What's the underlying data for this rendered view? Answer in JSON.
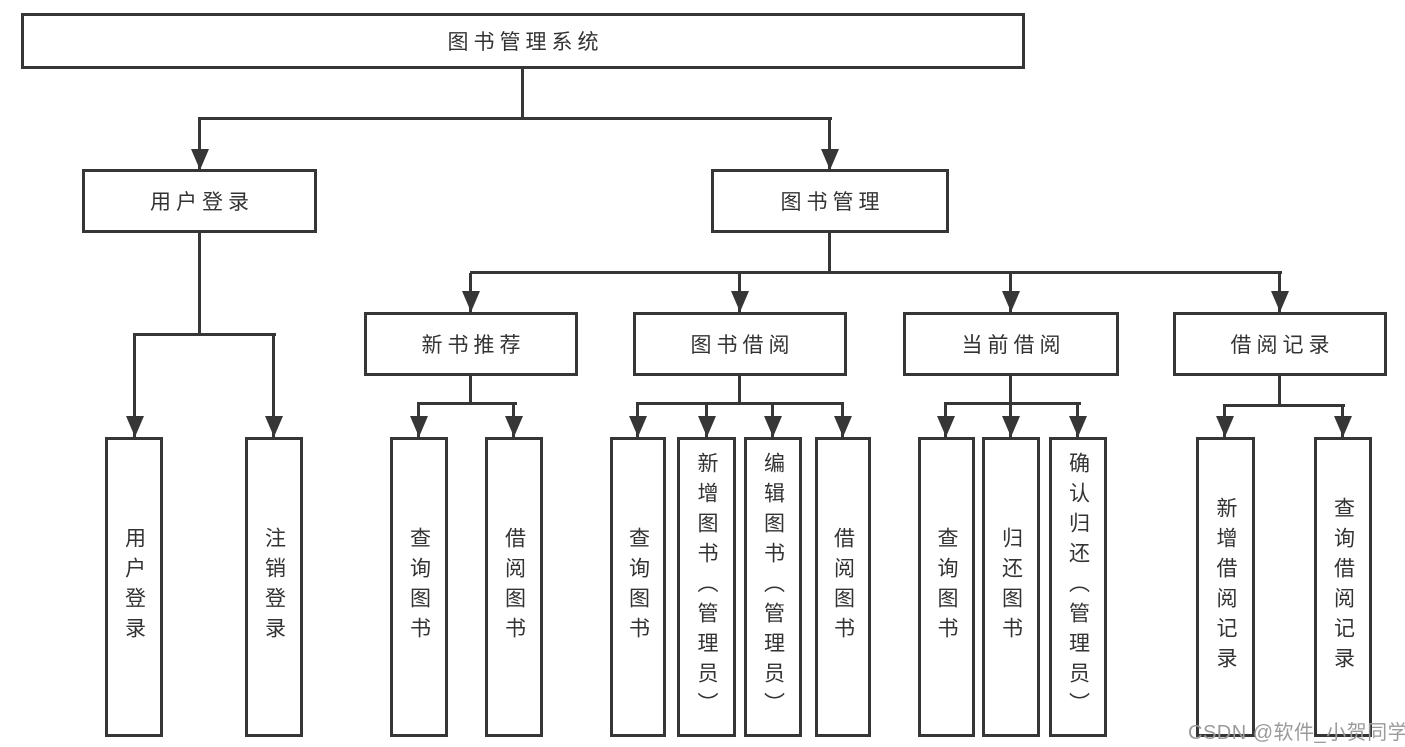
{
  "diagram_title": "图书管理系统",
  "nodes": {
    "root": "图书管理系统",
    "user_login": "用户登录",
    "book_mgmt": "图书管理",
    "new_book_rec": "新书推荐",
    "book_borrow": "图书借阅",
    "current_borrow": "当前借阅",
    "borrow_records": "借阅记录",
    "leaf_user_login": "用户登录",
    "leaf_logout": "注销登录",
    "rec_query_book": "查询图书",
    "rec_borrow_book": "借阅图书",
    "bb_query_book": "查询图书",
    "bb_add_book": "新增图书（管理员）",
    "bb_edit_book": "编辑图书（管理员）",
    "bb_borrow_book": "借阅图书",
    "cb_query_book": "查询图书",
    "cb_return_book": "归还图书",
    "cb_confirm_return": "确认归还（管理员）",
    "br_add_record": "新增借阅记录",
    "br_query_record": "查询借阅记录"
  },
  "watermark": {
    "text": "CSDN @软件_小贺同学"
  },
  "colors": {
    "line": "#363636",
    "text": "#333333",
    "watermark": "#9b9b9b",
    "background": "#ffffff"
  }
}
